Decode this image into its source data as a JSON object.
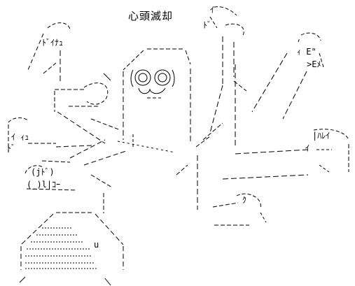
{
  "art": {
    "caption": "心頭滅却",
    "fragments": {
      "top_right_1": "ｲ",
      "top_right_2": "ﾄﾞ",
      "right_hand_1": "ｨ E\"",
      "right_hand_2": ">Eﾒ",
      "left_upper_hand": "ﾄﾞｲﾅｭ",
      "left_hand_1": "ｲ ｨｭ",
      "left_hand_2": "ﾄﾞ",
      "left_lower_hand": "(jﾄﾞ)",
      "left_lower_hand_2": "(_)l|ｺｰ",
      "right_mid_hand": "|ﾊﾚｲ",
      "right_mid_hand_2": "ｲ",
      "mark_u": "u",
      "mark_ku": "ｸ"
    }
  }
}
